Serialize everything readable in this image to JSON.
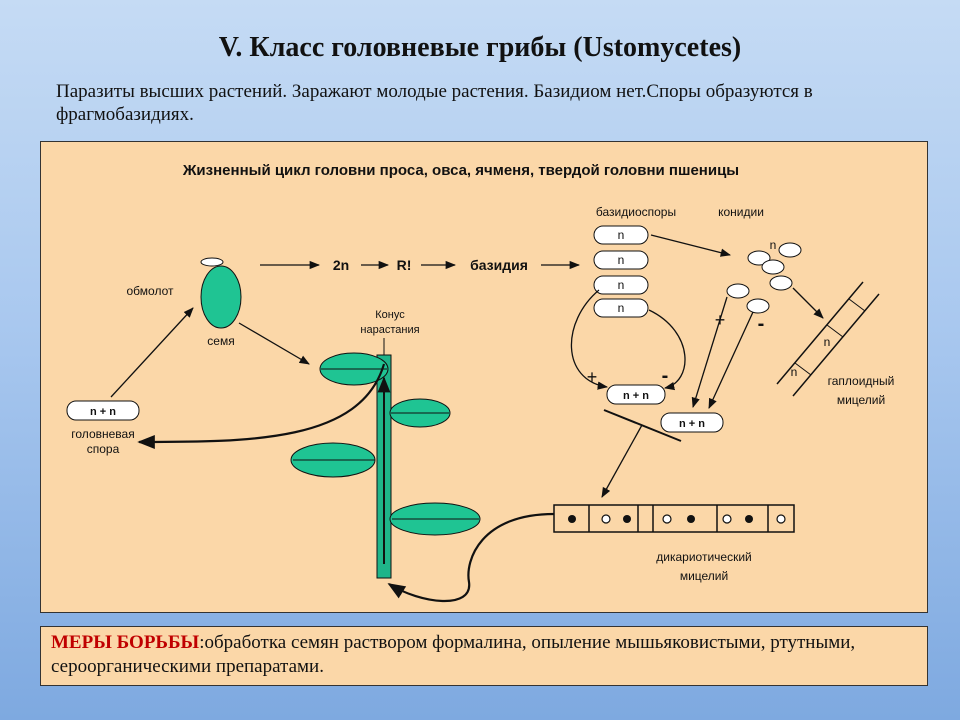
{
  "slide": {
    "title": "V. Класс головневые грибы (Ustomycetes)",
    "subtitle": "Паразиты высших растений. Заражают молодые растения. Базидиом нет.Споры образуются в фрагмобазидиях."
  },
  "diagram": {
    "title": "Жизненный цикл головни проса, овса, ячменя, твердой головни пшеницы",
    "labels": {
      "threshing": "обмолот",
      "seed": "семя",
      "smut_spore_ploidy": "n + n",
      "smut_spore_line1": "головневая",
      "smut_spore_line2": "спора",
      "stage_2n": "2n",
      "stage_r": "R!",
      "stage_basidium": "базидия",
      "growth_cone_line1": "Конус",
      "growth_cone_line2": "нарастания",
      "basidiospores": "базидиоспоры",
      "conidia": "конидии",
      "spore_n": "n",
      "conidia_n": "n",
      "plus": "+",
      "minus": "-",
      "dikaryon_left": "n + n",
      "dikaryon_right": "n + n",
      "haploid_n1": "n",
      "haploid_n2": "n",
      "haploid_line1": "гаплоидный",
      "haploid_line2": "мицелий",
      "dikaryotic_line1": "дикариотический",
      "dikaryotic_line2": "мицелий"
    },
    "colors": {
      "panel": "#fbd7a8",
      "organ_fill": "#1fc493",
      "stem_fill": "#1fb489"
    }
  },
  "control": {
    "label": "МЕРЫ БОРЬБЫ",
    "text": ":обработка семян раствором формалина, опыление мышьяковистыми, ртутными, сероорганическими препаратами."
  }
}
